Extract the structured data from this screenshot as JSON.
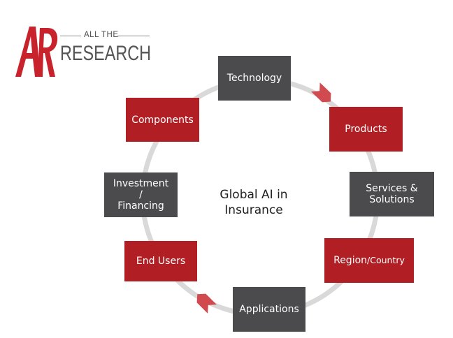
{
  "logo": {
    "mark_text": "AR",
    "top_text": "ALL THE",
    "main_text": "RESEARCH",
    "mark_color": "#c8232c",
    "text_color": "#555555"
  },
  "diagram": {
    "center_text": "Global AI in\nInsurance",
    "ring_color": "#d9d9d9",
    "arrow_color": "#d04a4f",
    "colors": {
      "gray": "#4b4b4d",
      "red": "#b11f24"
    },
    "nodes": {
      "technology": "Technology",
      "products": "Products",
      "services": "Services &\nSolutions",
      "region_main": "Region",
      "region_sub": "/Country",
      "applications": "Applications",
      "end_users": "End Users",
      "investment": "Investment\n/\nFinancing",
      "components": "Components"
    }
  }
}
